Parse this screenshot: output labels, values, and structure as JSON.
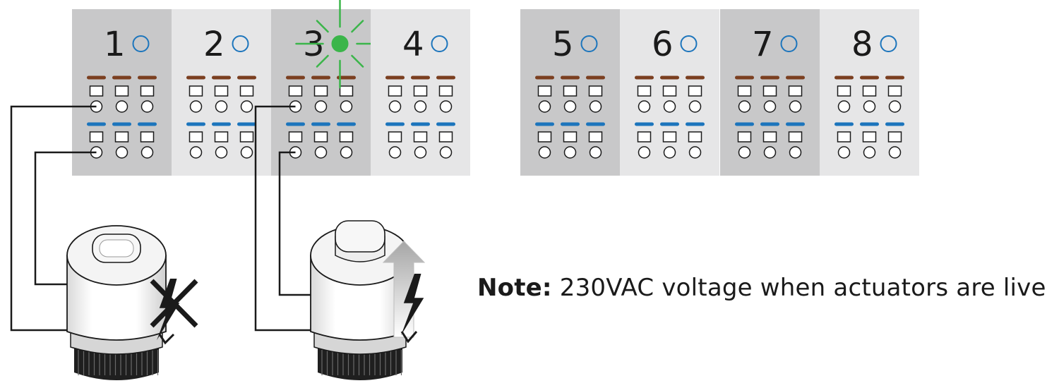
{
  "zones": [
    "1",
    "2",
    "3",
    "4",
    "5",
    "6",
    "7",
    "8"
  ],
  "active_zone": "3",
  "colors": {
    "panel_dark": "#c8c8c9",
    "panel_light": "#e6e6e7",
    "brown": "#7b3f20",
    "blue": "#1c75bc",
    "led_off": "#1c75bc",
    "led_on": "#3bb54a",
    "ray": "#3bb54a",
    "wire": "#1a1a1a"
  },
  "actuators": [
    {
      "id": "actuator-1",
      "state": "closed",
      "symbol": "crossed-lightning-icon"
    },
    {
      "id": "actuator-3",
      "state": "open",
      "symbol": "lightning-icon"
    }
  ],
  "note": {
    "label": "Note:",
    "text": " 230VAC voltage when actuators are live."
  }
}
